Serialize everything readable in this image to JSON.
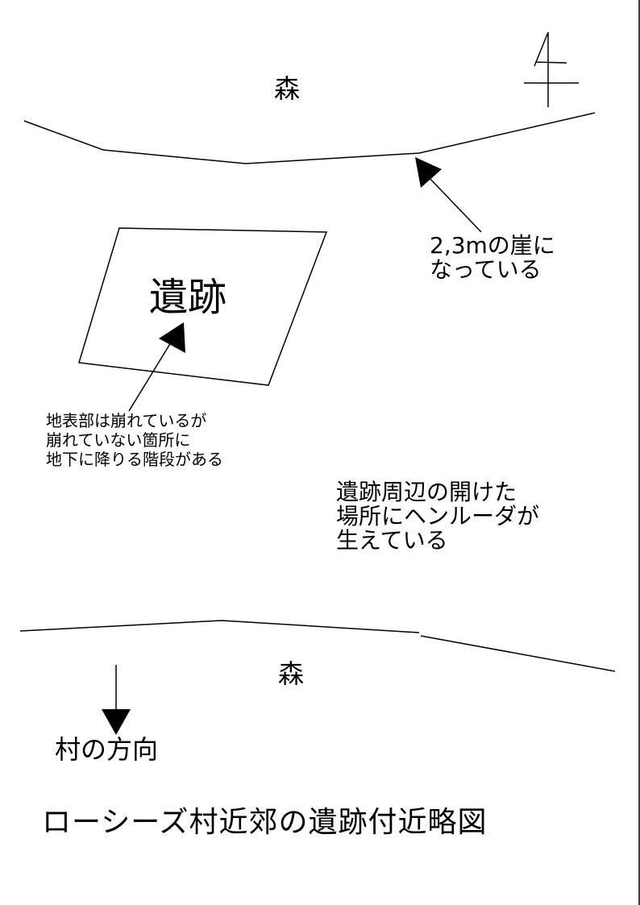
{
  "map": {
    "forest_top": "森",
    "forest_bottom": "森",
    "cliff_note": [
      "2,3mの崖に",
      "なっている"
    ],
    "ruins_label": "遺跡",
    "stairs_note": [
      "地表部は崩れているが",
      "崩れていない箇所に",
      "地下に降りる階段がある"
    ],
    "rue_note": [
      "遺跡周辺の開けた",
      "場所にヘンルーダが",
      "生えている"
    ],
    "village_direction": "村の方向",
    "title": "ローシーズ村近郊の遺跡付近略図",
    "compass_icon": "north-arrow-icon"
  }
}
